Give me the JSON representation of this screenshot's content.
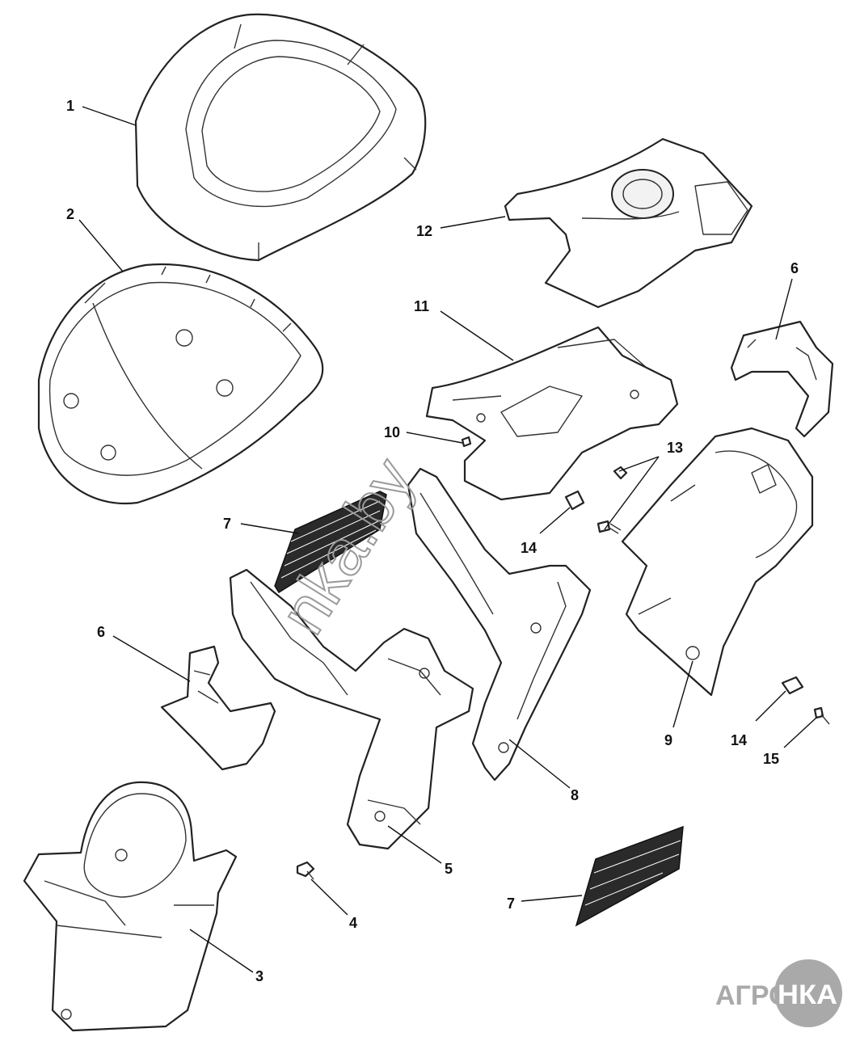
{
  "callouts": {
    "c1": "1",
    "c2": "2",
    "c3": "3",
    "c4": "4",
    "c5": "5",
    "c6a": "6",
    "c6b": "6",
    "c7a": "7",
    "c7b": "7",
    "c8": "8",
    "c9": "9",
    "c10": "10",
    "c11": "11",
    "c12": "12",
    "c13": "13",
    "c14a": "14",
    "c14b": "14",
    "c15": "15"
  },
  "watermark": {
    "text": "nka.by"
  },
  "logo": {
    "left_text": "АГРО",
    "right_text": "НКА"
  },
  "colors": {
    "line": "#222222",
    "grille": "#2a2a2a",
    "logo": "#a9a9a9"
  }
}
